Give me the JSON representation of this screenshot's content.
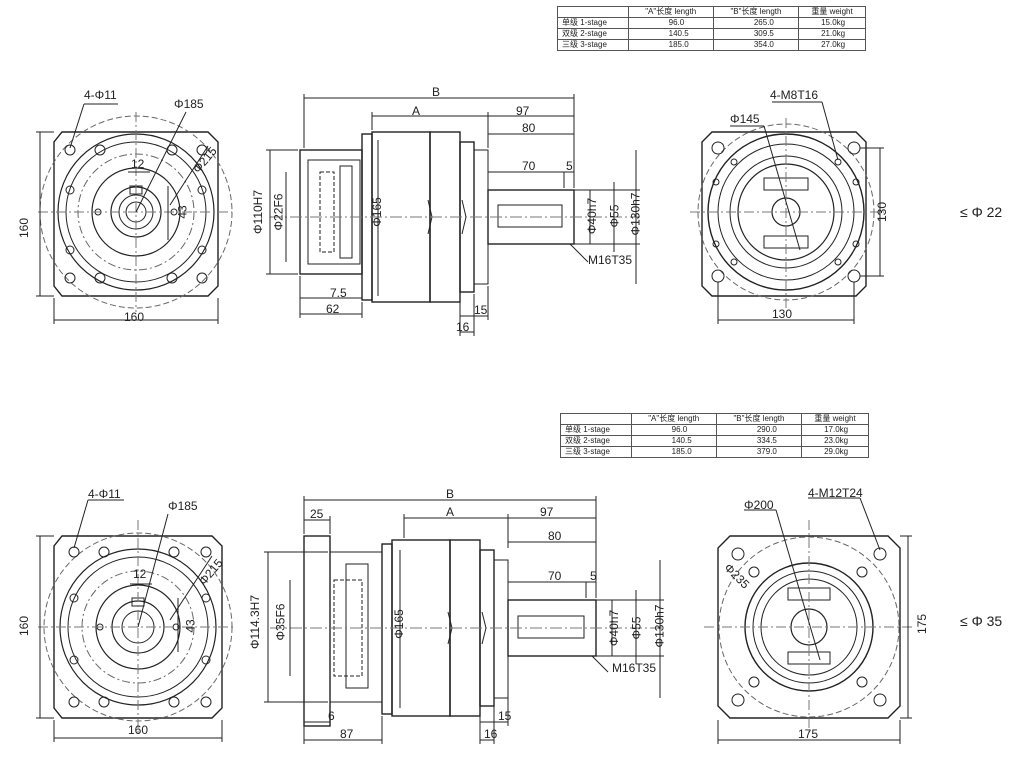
{
  "tables": [
    {
      "headers": [
        "",
        "\"A\"长度 length",
        "\"B\"长度  length",
        "重量 weight"
      ],
      "rows": [
        [
          "单级 1-stage",
          "96.0",
          "265.0",
          "15.0kg"
        ],
        [
          "双级 2-stage",
          "140.5",
          "309.5",
          "21.0kg"
        ],
        [
          "三级 3-stage",
          "185.0",
          "354.0",
          "27.0kg"
        ]
      ]
    },
    {
      "headers": [
        "",
        "\"A\"长度 length",
        "\"B\"长度  length",
        "重量 weight"
      ],
      "rows": [
        [
          "单级 1-stage",
          "96.0",
          "290.0",
          "17.0kg"
        ],
        [
          "双级 2-stage",
          "140.5",
          "334.5",
          "23.0kg"
        ],
        [
          "三级 3-stage",
          "185.0",
          "379.0",
          "29.0kg"
        ]
      ]
    }
  ],
  "top": {
    "left": {
      "holes": "4-Φ11",
      "bolt_circle": "Φ185",
      "height": "160",
      "width": "160",
      "key": "12",
      "depth": "43",
      "pilot": "Φ215"
    },
    "side": {
      "b": "B",
      "a": "A",
      "d97": "97",
      "d80": "80",
      "d70": "70",
      "d5": "5",
      "pilot_h7": "Φ110H7",
      "bore": "Φ22F6",
      "body": "Φ165",
      "shaft": "Φ40h7",
      "shaft55": "Φ55",
      "flange": "Φ130h7",
      "thread": "M16T35",
      "d7_5": "7.5",
      "d62": "62",
      "d15": "15",
      "d16": "16"
    },
    "right": {
      "holes": "4-M8T16",
      "pcd": "Φ145",
      "height": "130",
      "width": "130"
    },
    "note": "≤ Φ 22"
  },
  "bottom": {
    "left": {
      "holes": "4-Φ11",
      "bolt_circle": "Φ185",
      "height": "160",
      "width": "160",
      "key": "12",
      "depth": "43",
      "pilot": "Φ215"
    },
    "side": {
      "b": "B",
      "a": "A",
      "d25": "25",
      "d97": "97",
      "d80": "80",
      "d70": "70",
      "d5": "5",
      "pilot_h7": "Φ114.3H7",
      "bore": "Φ35F6",
      "body": "Φ165",
      "shaft": "Φ40h7",
      "shaft55": "Φ55",
      "flange": "Φ130h7",
      "thread": "M16T35",
      "d6": "6",
      "d87": "87",
      "d15": "15",
      "d16": "16"
    },
    "right": {
      "holes": "4-M12T24",
      "pcd": "Φ200",
      "pilot": "Φ235",
      "height": "175",
      "width": "175"
    },
    "note": "≤ Φ 35"
  }
}
